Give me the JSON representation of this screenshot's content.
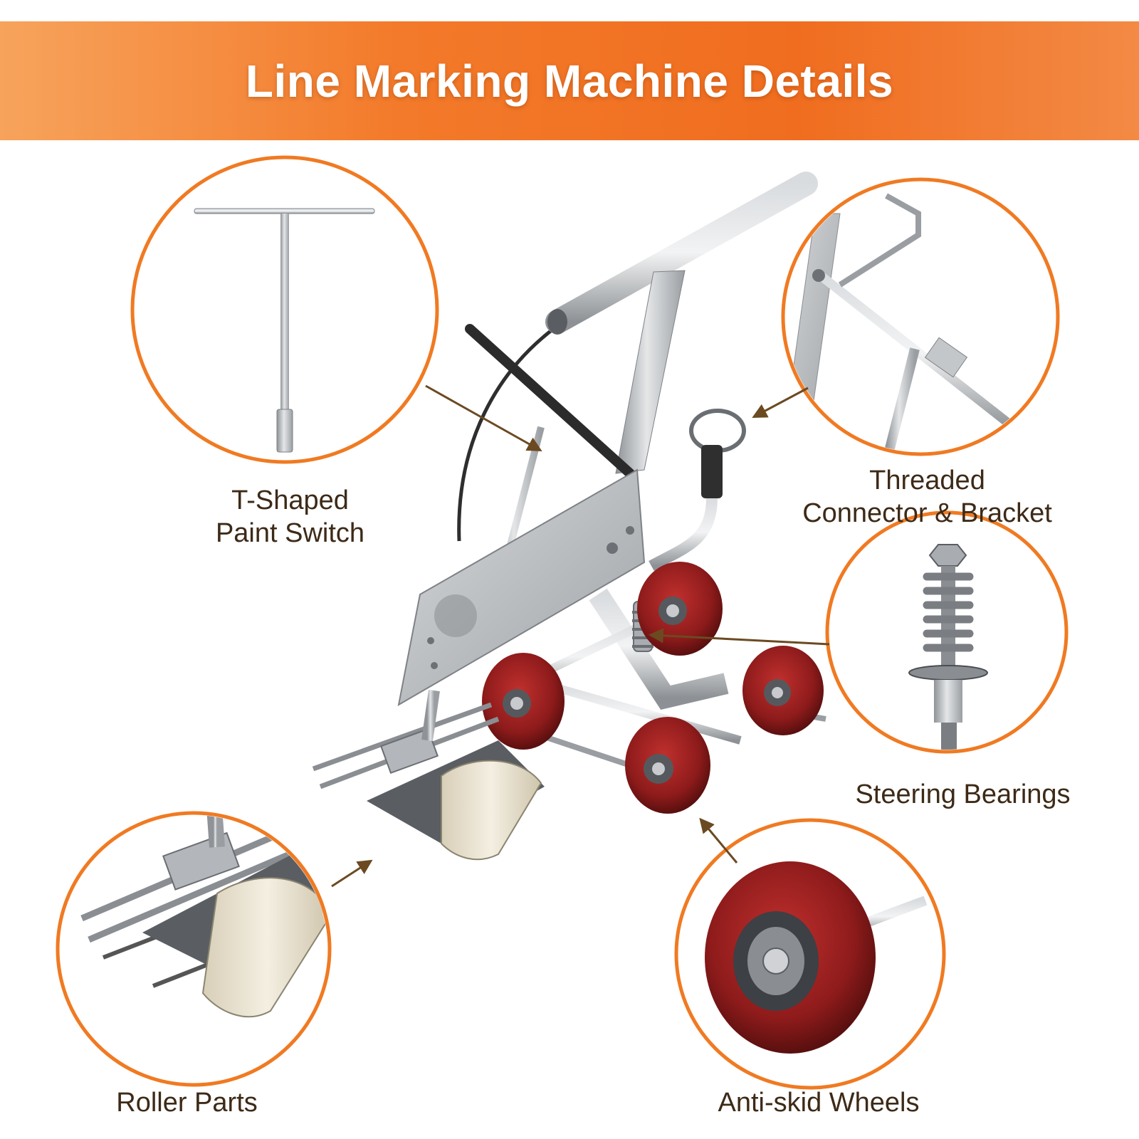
{
  "header": {
    "title": "Line Marking Machine Details"
  },
  "callouts": [
    {
      "id": "t-switch",
      "label_line1": "T-Shaped",
      "label_line2": "Paint Switch"
    },
    {
      "id": "threaded",
      "label_line1": "Threaded",
      "label_line2": "Connector & Bracket"
    },
    {
      "id": "steering",
      "label_line1": "Steering Bearings"
    },
    {
      "id": "roller",
      "label_line1": "Roller Parts"
    },
    {
      "id": "wheels",
      "label_line1": "Anti-skid Wheels"
    }
  ],
  "colors": {
    "accent_orange": "#f06d1f",
    "label_text": "#3d2a17",
    "arrow": "#6b4a22",
    "wheel_red": "#8e1b1b",
    "metal": "#b9bcc0"
  }
}
